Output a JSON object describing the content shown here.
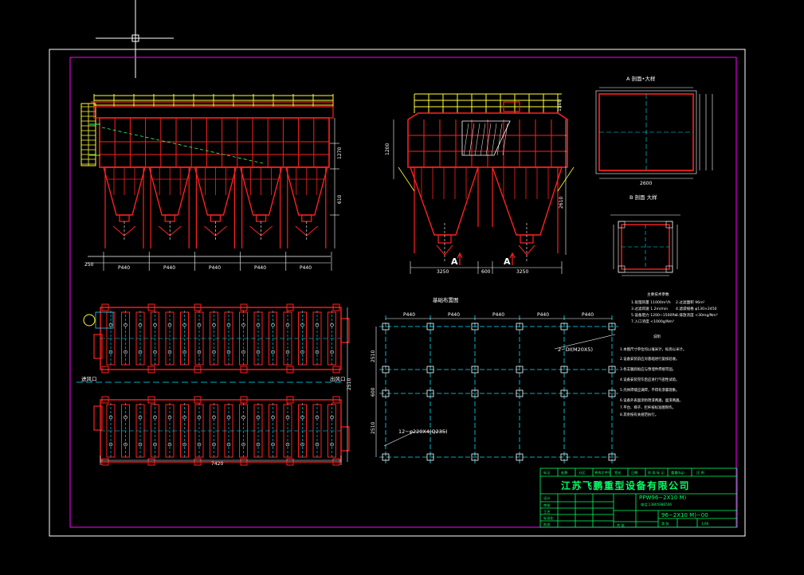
{
  "colors": {
    "background": "#000000",
    "outer_frame": "#ffffff",
    "inner_frame": "#ff00ff",
    "steel": "#ff2020",
    "railing": "#ffff33",
    "dimension": "#ffffff",
    "centerline": "#00e5ff",
    "titleblock": "#00ff66",
    "note_text": "#ffffff"
  },
  "labels": {
    "dim_p440": "P440",
    "dim_250": "250",
    "dim_3250": "3250",
    "dim_600": "600",
    "dim_7420": "7420",
    "dim_2510": "2510",
    "dim_2600": "2600",
    "section_a": "A",
    "detail_a_title": "A 剖面•大样",
    "detail_b_title": "B 剖面 大样",
    "layout_title": "基础布置图",
    "inlet": "进风口",
    "outlet": "出风口",
    "anchor_note": "2−DI(M20X5)",
    "anchor_note2": "12−φ220X4(Q235)",
    "dim_1200": "1200",
    "dim_2610": "2610",
    "dim_1500": "1500",
    "dim_1270": "1270",
    "dim_610": "610"
  },
  "specs": {
    "title": "主要技术参数",
    "lines": [
      "1.处理风量 11000m³/h",
      "2.过滤面积 96m²",
      "3.过滤风速 1.2m/min",
      "4.滤袋规格 φ130×2450",
      "5.设备阻力 1200~1500Pa",
      "6.排放浓度 <30mg/Nm³",
      "7.入口浓度 <1000g/Nm³"
    ]
  },
  "notes": {
    "title": "说明",
    "lines": [
      "1.本图尺寸单位均以毫米计，标高以米计。",
      "2.设备安装前应对基础进行复核验收。",
      "3.各支腿底板应与预埋件焊接牢固。",
      "4.设备安装完毕后应进行气密性试验。",
      "5.壳体焊缝应满焊，不得有渗漏现象。",
      "6.设备外表面涂防锈漆两遍，面漆两遍。",
      "7.平台、梯子、栏杆按标准图制作。",
      "8.其余按有关规范执行。"
    ]
  },
  "titleblock": {
    "company": "江苏飞鹏重型设备有限公司",
    "model": "PPW96−2X10 M)",
    "drawing_no": "96−2X10 M)−00",
    "phone": "电话:13805986506",
    "header_cells": [
      "标记",
      "处数",
      "分区",
      "更改文件号",
      "签名",
      "日期"
    ],
    "right_header": [
      "阶 段 标 记",
      "重量(kg)",
      "比 例"
    ],
    "rows": [
      "设计",
      "审核",
      "工艺",
      "标准化",
      "批准"
    ],
    "scale": "1:60",
    "sheet": "共 张",
    "sheet2": "第 张"
  }
}
